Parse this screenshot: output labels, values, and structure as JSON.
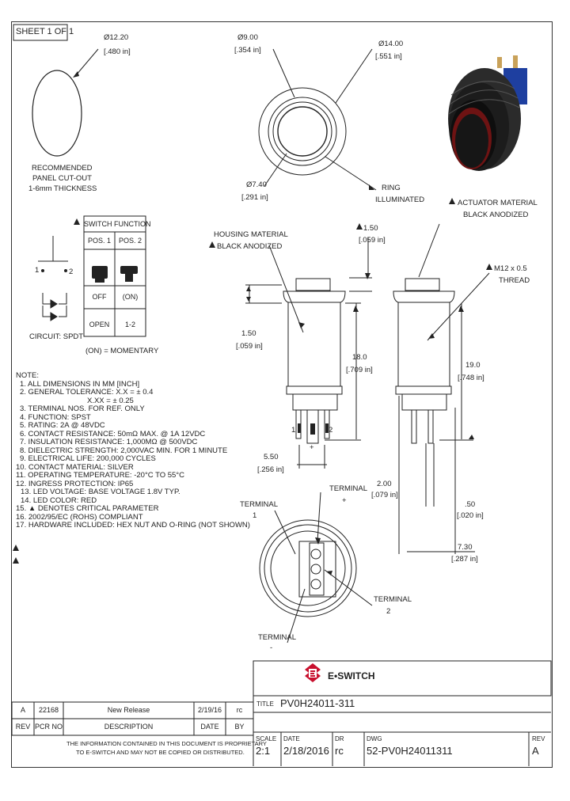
{
  "sheet": {
    "label": "SHEET 1 OF 1"
  },
  "panel_cutout": {
    "diameter": "Ø12.20",
    "diameter_in": "[.480 in]",
    "caption": [
      "RECOMMENDED",
      "PANEL CUT-OUT",
      "1-6mm THICKNESS"
    ]
  },
  "top_view": {
    "d1": "Ø9.00",
    "d1_in": "[.354 in]",
    "d2": "Ø14.00",
    "d2_in": "[.551 in]",
    "d3": "Ø7.40",
    "d3_in": "[.291 in]",
    "ring": [
      "RING",
      "ILLUMINATED"
    ]
  },
  "callouts": {
    "actuator": [
      "ACTUATOR MATERIAL",
      "BLACK ANODIZED"
    ],
    "housing": [
      "HOUSING MATERIAL",
      "BLACK ANODIZED"
    ],
    "thread": [
      "M12 x 0.5",
      "THREAD"
    ]
  },
  "switch_function": {
    "title": "SWITCH FUNCTION",
    "headers": [
      "POS. 1",
      "POS. 2"
    ],
    "row1": [
      "OFF",
      "(ON)"
    ],
    "row2": [
      "OPEN",
      "1-2"
    ],
    "footnote": "(ON) = MOMENTARY"
  },
  "circuit": {
    "label": "CIRCUIT: SPDT",
    "pin1": "1",
    "pin2": "2"
  },
  "dims": {
    "d150": "1.50",
    "d150_in": "[.059 in]",
    "d150b": "1.50",
    "d150b_in": "[.059 in]",
    "d180": "18.0",
    "d180_in": "[.709 in]",
    "d190": "19.0",
    "d190_in": "[.748 in]",
    "d550": "5.50",
    "d550_in": "[.256 in]",
    "d200": "2.00",
    "d200_in": "[.079 in]",
    "d050": ".50",
    "d050_in": "[.020 in]",
    "d730": "7.30",
    "d730_in": "[.287 in]",
    "pin1": "1",
    "pin2": "2",
    "plus": "+"
  },
  "bottom_view": {
    "term_plus": [
      "TERMINAL",
      "+"
    ],
    "term1": [
      "TERMINAL",
      "1"
    ],
    "term2": [
      "TERMINAL",
      "2"
    ],
    "term_minus": [
      "TERMINAL",
      "-"
    ]
  },
  "notes": [
    "NOTE:",
    "1. ALL DIMENSIONS IN MM [INCH]",
    "2. GENERAL TOLERANCE: X.X = ± 0.4",
    "X.XX = ± 0.25",
    "3. TERMINAL NOS. FOR REF. ONLY",
    "4. FUNCTION: SPST",
    "5. RATING: 2A @ 48VDC",
    "6. CONTACT RESISTANCE: 50mΩ MAX. @ 1A 12VDC",
    "7. INSULATION RESISTANCE: 1,000MΩ @ 500VDC",
    "8. DIELECTRIC STRENGTH: 2,000VAC MIN. FOR 1 MINUTE",
    "9. ELECTRICAL LIFE: 200,000 CYCLES",
    "10. CONTACT MATERIAL: SILVER",
    "11. OPERATING TEMPERATURE: -20°C TO 55°C",
    "12. INGRESS PROTECTION: IP65",
    "13. LED VOLTAGE: BASE VOLTAGE 1.8V TYP.",
    "14. LED COLOR: RED",
    "15. ▲ DENOTES CRITICAL PARAMETER",
    "16. 2002/95/EC (ROHS) COMPLIANT",
    "17. HARDWARE INCLUDED: HEX NUT AND O-RING (NOT SHOWN)"
  ],
  "title_block": {
    "company": "E•SWITCH",
    "title_label": "TITLE",
    "title": "PV0H24011-311",
    "scale_label": "SCALE",
    "scale": "2:1",
    "date_label": "DATE",
    "date": "2/18/2016",
    "dr_label": "DR",
    "dr": "rc",
    "dwg_label": "DWG",
    "dwg": "52-PV0H24011311",
    "rev_label": "REV",
    "rev": "A",
    "disclaimer": [
      "THE INFORMATION CONTAINED IN THIS DOCUMENT IS PROPRIETARY",
      "TO E-SWITCH AND MAY NOT BE COPIED OR DISTRIBUTED."
    ]
  },
  "revision": {
    "headers": [
      "REV",
      "PCR NO",
      "DESCRIPTION",
      "DATE",
      "BY"
    ],
    "row": [
      "A",
      "22168",
      "New Release",
      "2/19/16",
      "rc"
    ]
  },
  "colors": {
    "logo_red": "#c8102e",
    "terminal_blue": "#1e3fa0"
  }
}
